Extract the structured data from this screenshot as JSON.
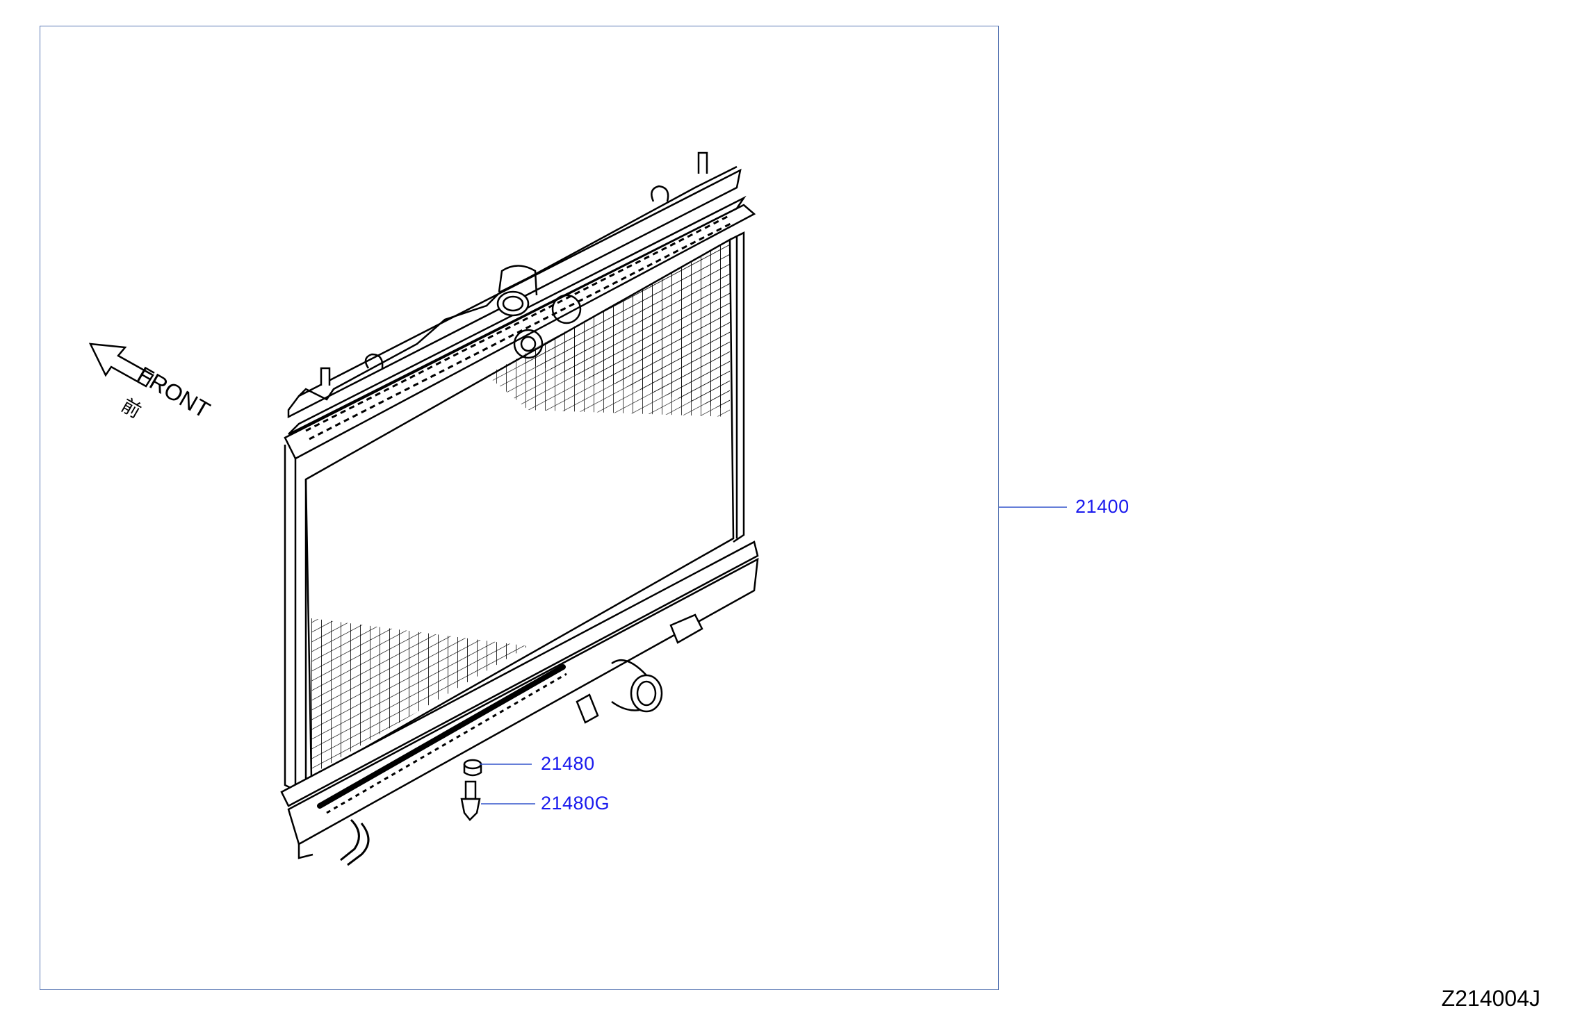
{
  "diagram": {
    "orientation": {
      "label": "FRONT",
      "kanji": "前"
    },
    "callouts": [
      {
        "id": "radiator",
        "part_number": "21400"
      },
      {
        "id": "drain-plug-seal",
        "part_number": "21480"
      },
      {
        "id": "drain-plug",
        "part_number": "21480G"
      }
    ],
    "figure_code": "Z214004J"
  },
  "colors": {
    "frame": "#5a78b4",
    "callout_text": "#1a1aee",
    "line_art": "#000000"
  }
}
